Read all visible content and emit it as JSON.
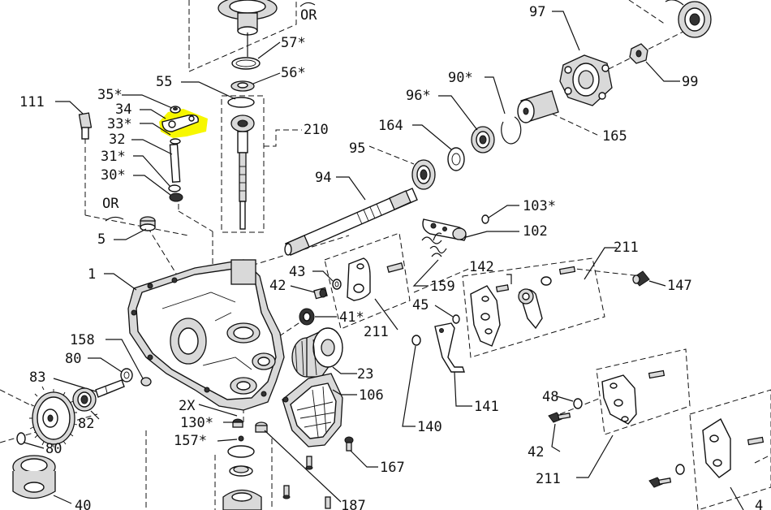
{
  "highlight_color": "#f7f700",
  "labels": {
    "or_top": "OR",
    "or_left": "OR",
    "p1": "1",
    "p5": "5",
    "p23": "23",
    "p30": "30*",
    "p31": "31*",
    "p32": "32",
    "p33": "33*",
    "p34": "34",
    "p35": "35*",
    "p40": "40",
    "p41": "41*",
    "p42a": "42",
    "p42b": "42",
    "p43": "43",
    "p45": "45",
    "p48": "48",
    "p55": "55",
    "p56": "56*",
    "p57": "57*",
    "p80a": "80",
    "p80b": "80",
    "p82": "82",
    "p83": "83",
    "p90": "90*",
    "p94": "94",
    "p95": "95",
    "p96": "96*",
    "p97": "97",
    "p99": "99",
    "p102": "102",
    "p103": "103*",
    "p106": "106",
    "p111": "111",
    "p130": "130*",
    "p140": "140",
    "p141": "141",
    "p142": "142",
    "p147": "147",
    "p157": "157*",
    "p158": "158",
    "p159": "159",
    "p164": "164",
    "p165": "165",
    "p167": "167",
    "p187": "187",
    "p210": "210",
    "p211a": "211",
    "p211b": "211",
    "p211c": "211",
    "p2x": "2X",
    "p4_partial": "4"
  }
}
